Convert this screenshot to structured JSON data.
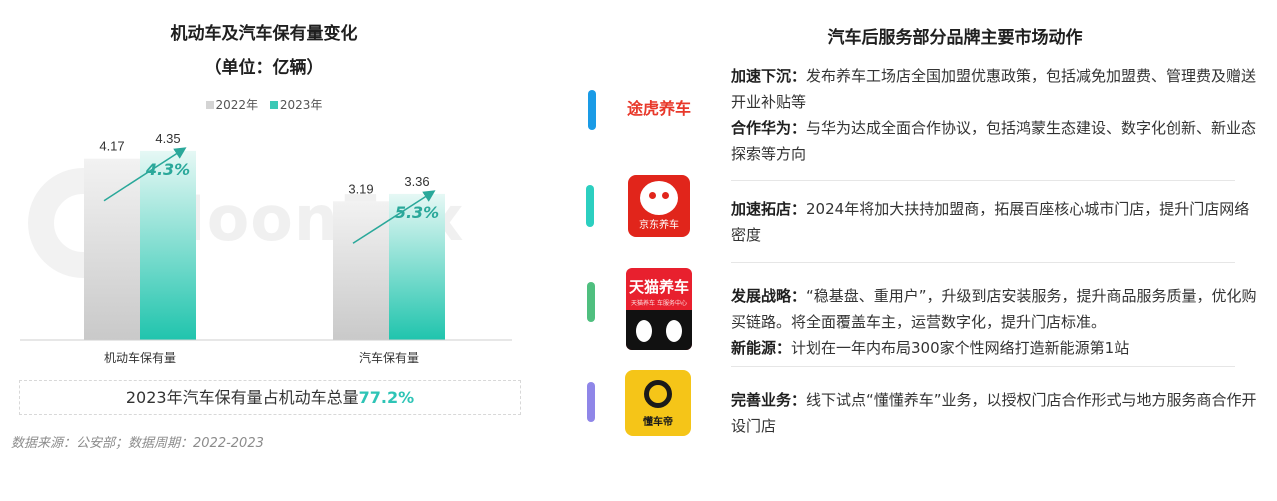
{
  "chart_data": {
    "type": "bar",
    "title_line1": "机动车及汽车保有量变化",
    "title_line2": "（单位：亿辆）",
    "categories": [
      "机动车保有量",
      "汽车保有量"
    ],
    "series": [
      {
        "name": "2022年",
        "values": [
          4.17,
          3.19
        ]
      },
      {
        "name": "2023年",
        "values": [
          4.35,
          3.36
        ]
      }
    ],
    "growth_labels": [
      "4.3%",
      "5.3%"
    ],
    "ylim": [
      0,
      4.6
    ],
    "legend_position": "top-center",
    "colors": {
      "2022年": "#d4d4d4",
      "2023年": "#3cc9b6",
      "arrow": "#2aa89a"
    }
  },
  "callout": {
    "prefix": "2023年汽车保有量占机动车总量",
    "highlight": "77.2%"
  },
  "source": "数据来源：公安部；数据周期：2022-2023",
  "watermark": "MoonFox",
  "panel": {
    "title": "汽车后服务部分品牌主要市场动作",
    "brands": [
      {
        "logo_text": "途虎养车",
        "accent": "#1a9be6",
        "lines": [
          {
            "label": "加速下沉：",
            "text": "发布养车工场店全国加盟优惠政策，包括减免加盟费、管理费及赠送开业补贴等"
          },
          {
            "label": "合作华为：",
            "text": "与华为达成全面合作协议，包括鸿蒙生态建设、数字化创新、新业态探索等方向"
          }
        ]
      },
      {
        "logo_text": "京东养车",
        "accent": "#2ccfc0",
        "lines": [
          {
            "label": "加速拓店：",
            "text": "2024年将加大扶持加盟商，拓展百座核心城市门店，提升门店网络密度"
          }
        ]
      },
      {
        "logo_text": "天猫养车",
        "logo_sub": "天猫养车 车服务中心",
        "accent": "#4fbf7f",
        "lines": [
          {
            "label": "发展战略：",
            "text": "“稳基盘、重用户”，升级到店安装服务，提升商品服务质量，优化购买链路。将全面覆盖车主，运营数字化，提升门店标准。"
          },
          {
            "label": "新能源：",
            "text": "计划在一年内布局300家个性网络打造新能源第1站"
          }
        ]
      },
      {
        "logo_text": "懂车帝",
        "accent": "#8f86e8",
        "lines": [
          {
            "label": "完善业务：",
            "text": "线下试点“懂懂养车”业务，以授权门店合作形式与地方服务商合作开设门店"
          }
        ]
      }
    ]
  }
}
